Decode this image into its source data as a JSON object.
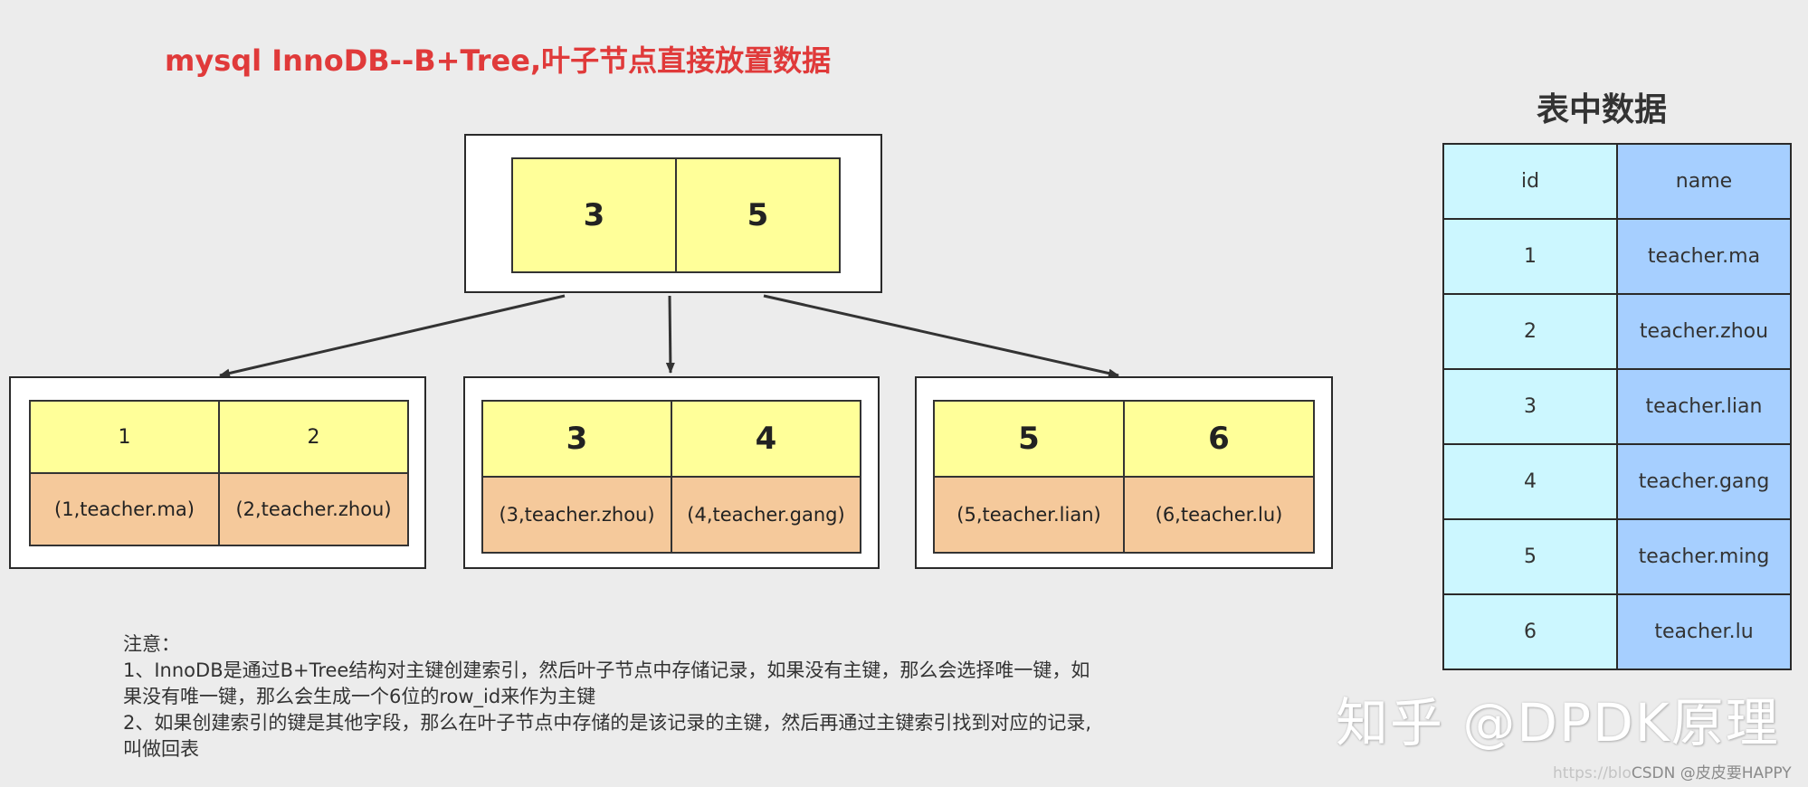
{
  "title": "mysql InnoDB--B+Tree,叶子节点直接放置数据",
  "root": {
    "keys": [
      "3",
      "5"
    ]
  },
  "leaves": [
    {
      "keys": [
        "1",
        "2"
      ],
      "values": [
        "(1,teacher.ma)",
        "(2,teacher.zhou)"
      ]
    },
    {
      "keys": [
        "3",
        "4"
      ],
      "values": [
        "(3,teacher.zhou)",
        "(4,teacher.gang)"
      ]
    },
    {
      "keys": [
        "5",
        "6"
      ],
      "values": [
        "(5,teacher.lian)",
        "(6,teacher.lu)"
      ]
    }
  ],
  "table": {
    "title": "表中数据",
    "headers": [
      "id",
      "name"
    ],
    "rows": [
      [
        "1",
        "teacher.ma"
      ],
      [
        "2",
        "teacher.zhou"
      ],
      [
        "3",
        "teacher.lian"
      ],
      [
        "4",
        "teacher.gang"
      ],
      [
        "5",
        "teacher.ming"
      ],
      [
        "6",
        "teacher.lu"
      ]
    ]
  },
  "notes": [
    "注意：",
    "1、InnoDB是通过B+Tree结构对主键创建索引，然后叶子节点中存储记录，如果没有主键，那么会选择唯一键，如",
    "果没有唯一键，那么会生成一个6位的row_id来作为主键",
    "2、如果创建索引的键是其他字段，那么在叶子节点中存储的是该记录的主键，然后再通过主键索引找到对应的记录,",
    "叫做回表"
  ],
  "watermark": "知乎 @DPDK原理",
  "credit_faint": "https://blo",
  "credit": "CSDN @皮皮要HAPPY"
}
